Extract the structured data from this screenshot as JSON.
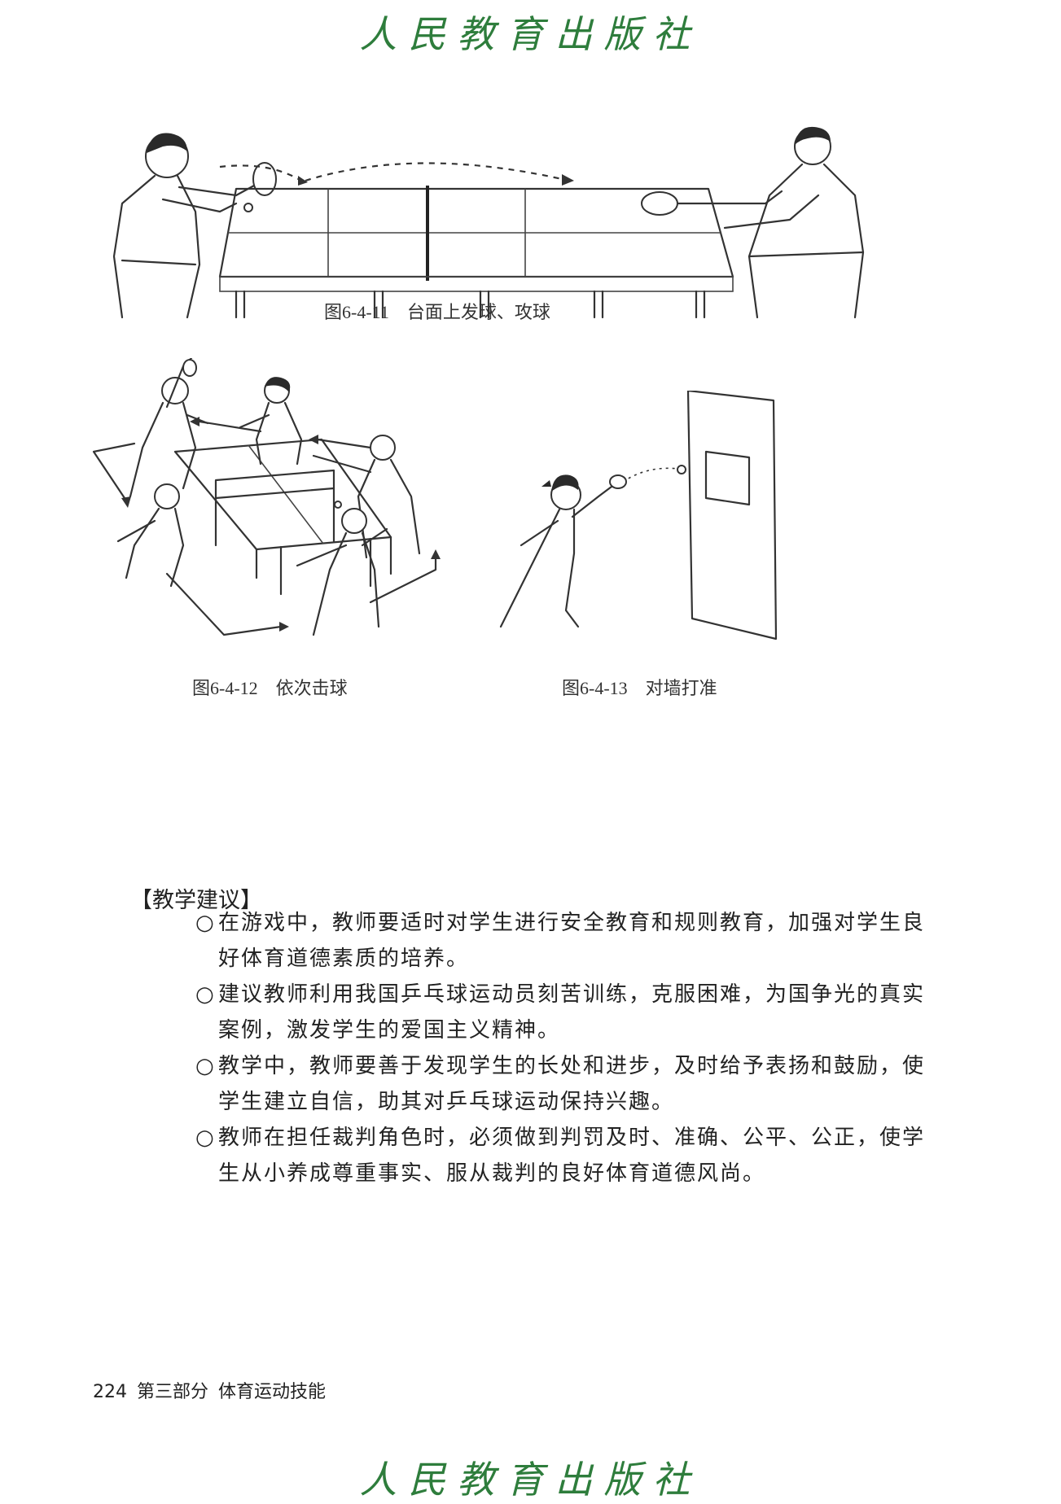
{
  "watermark": "人民教育出版社",
  "figures": [
    {
      "number": "图6-4-11",
      "caption": "台面上发球、攻球"
    },
    {
      "number": "图6-4-12",
      "caption": "依次击球"
    },
    {
      "number": "图6-4-13",
      "caption": "对墙打准"
    }
  ],
  "section": {
    "heading": "【教学建议】",
    "bullet": "○",
    "items": [
      "在游戏中，教师要适时对学生进行安全教育和规则教育，加强对学生良好体育道德素质的培养。",
      "建议教师利用我国乒乓球运动员刻苦训练，克服困难，为国争光的真实案例，激发学生的爱国主义精神。",
      "教学中，教师要善于发现学生的长处和进步，及时给予表扬和鼓励，使学生建立自信，助其对乒乓球运动保持兴趣。",
      "教师在担任裁判角色时，必须做到判罚及时、准确、公平、公正，使学生从小养成尊重事实、服从裁判的良好体育道德风尚。"
    ]
  },
  "footer": {
    "page_number": "224",
    "part": "第三部分",
    "part_title": "体育运动技能"
  }
}
